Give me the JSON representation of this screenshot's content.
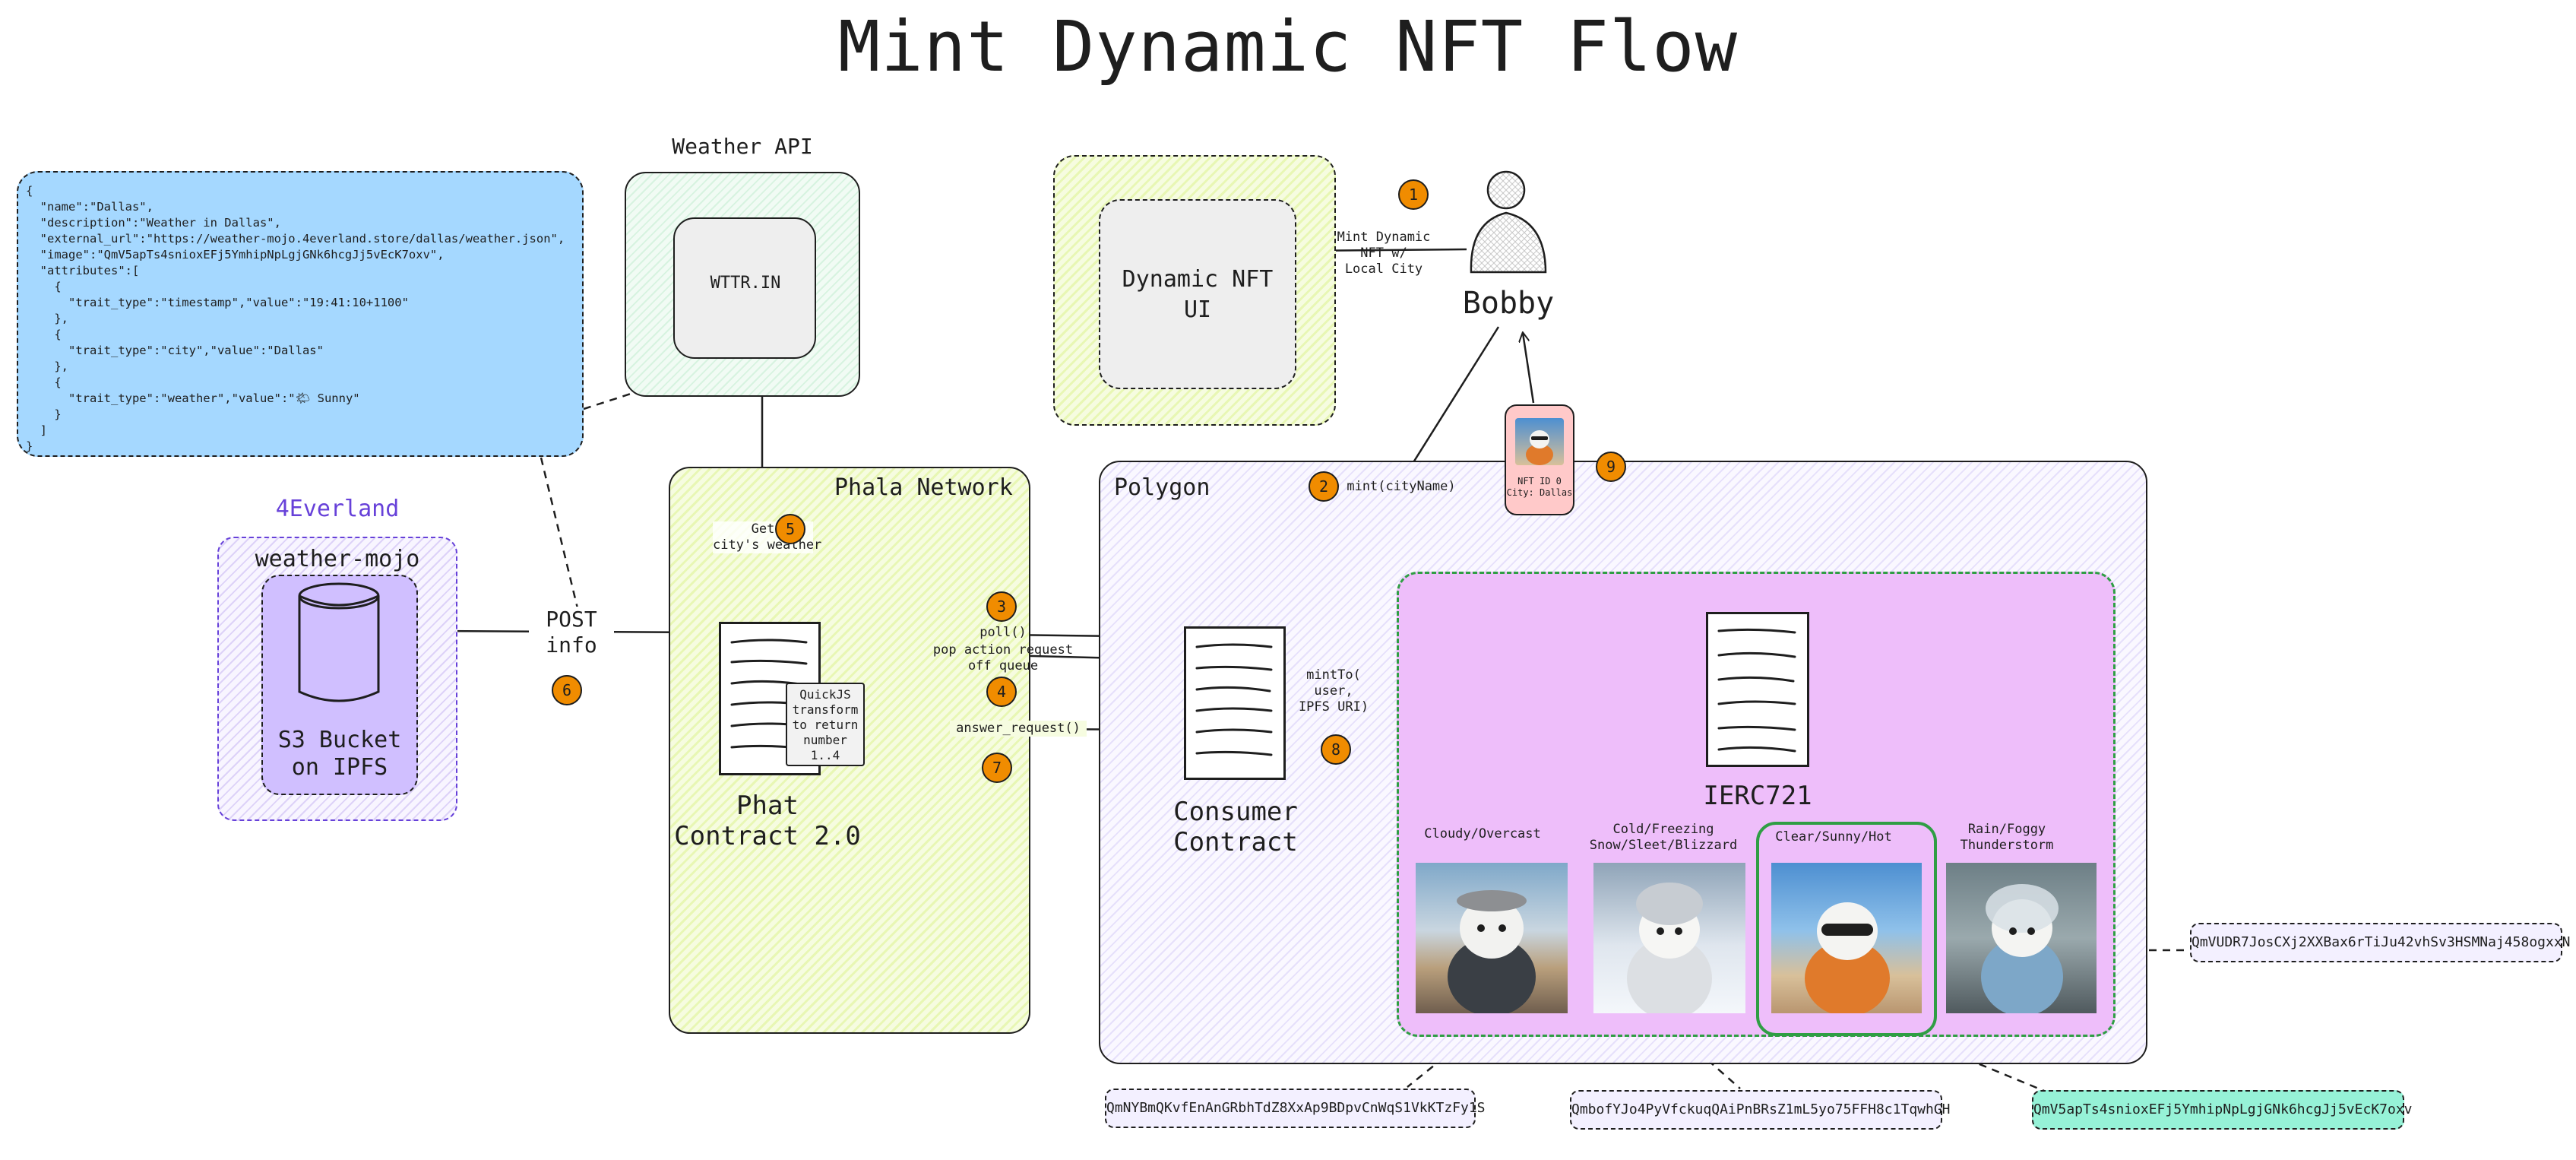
{
  "title": "Mint Dynamic NFT Flow",
  "metadata_json": "{\n  \"name\":\"Dallas\",\n  \"description\":\"Weather in Dallas\",\n  \"external_url\":\"https://weather-mojo.4everland.store/dallas/weather.json\",\n  \"image\":\"QmV5apTs4snioxEFj5YmhipNpLgjGNk6hcgJj5vEcK7oxv\",\n  \"attributes\":[\n    {\n      \"trait_type\":\"timestamp\",\"value\":\"19:41:10+1100\"\n    },\n    {\n      \"trait_type\":\"city\",\"value\":\"Dallas\"\n    },\n    {\n      \"trait_type\":\"weather\",\"value\":\"🌤 Sunny\"\n    }\n  ]\n}",
  "weather_api": {
    "title": "Weather API",
    "service": "WTTR.IN"
  },
  "dynamic_nft_ui": {
    "label": "Dynamic NFT\nUI"
  },
  "user": {
    "name": "Bobby",
    "action": "Mint Dynamic\nNFT w/\nLocal City"
  },
  "four_everland": {
    "title": "4Everland",
    "bucket_name": "weather-mojo",
    "bucket_label": "S3 Bucket\non IPFS"
  },
  "phala": {
    "title": "Phala Network",
    "contract_label": "Phat\nContract 2.0",
    "quickjs": "QuickJS\ntransform\nto return\nnumber\n1..4"
  },
  "polygon": {
    "title": "Polygon",
    "consumer_label": "Consumer\nContract"
  },
  "ierc721": {
    "label": "IERC721"
  },
  "nft_card": {
    "text": "NFT ID 0\nCity: Dallas"
  },
  "edges": {
    "get_weather": "Get\ncity's weather",
    "post_info": "POST\ninfo",
    "poll": "poll()",
    "pop_action": "pop action request\noff queue",
    "answer_request": "answer_request()",
    "mint_city": "mint(cityName)",
    "mint_to": "mintTo(\nuser,\nIPFS URI)"
  },
  "steps": [
    "1",
    "2",
    "3",
    "4",
    "5",
    "6",
    "7",
    "8",
    "9"
  ],
  "weather_states": [
    {
      "label": "Cloudy/Overcast"
    },
    {
      "label": "Cold/Freezing\nSnow/Sleet/Blizzard"
    },
    {
      "label": "Clear/Sunny/Hot"
    },
    {
      "label": "Rain/Foggy\nThunderstorm"
    }
  ],
  "cids": [
    "QmNYBmQKvfEnAnGRbhTdZ8XxAp9BDpvCnWqS1VkKTzFy1S",
    "QmbofYJo4PyVfckuqQAiPnBRsZ1mL5yo75FFH8c1TqwhGH",
    "QmV5apTs4snioxEFj5YmhipNpLgjGNk6hcgJj5vEcK7oxv",
    "QmVUDR7JosCXj2XXBax6rTiJu42vhSv3HSMNaj458ogxxN"
  ],
  "colors": {
    "json_box": "#a5d8ff",
    "step_badge": "#f08c00",
    "ierc721_bg": "#eebefa",
    "bucket_bg": "#d0bfff",
    "selected_cid": "#96f2d7",
    "selected_border": "#2f9e44",
    "brand_4everland": "#6741d9"
  }
}
